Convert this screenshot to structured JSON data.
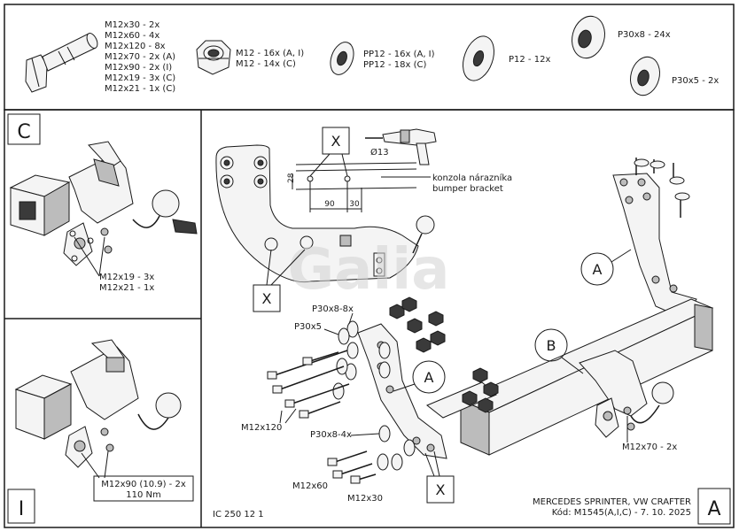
{
  "parts": {
    "bolts": [
      "M12x30 - 2x",
      "M12x60 - 4x",
      "M12x120 - 8x",
      "M12x70 - 2x (A)",
      "M12x90 - 2x (I)",
      "M12x19 - 3x (C)",
      "M12x21 - 1x (C)"
    ],
    "nuts": [
      "M12 - 16x (A, I)",
      "M12 - 14x (C)"
    ],
    "washers_pp": [
      "PP12 - 16x (A, I)",
      "PP12 - 18x (C)"
    ],
    "washer_p12": "P12 - 12x",
    "washer_p30x8": "P30x8 - 24x",
    "washer_p30x5": "P30x5 - 2x"
  },
  "panels": {
    "c": {
      "letter": "C",
      "bolt_lines": [
        "M12x19 - 3x",
        "M12x21 - 1x"
      ]
    },
    "i": {
      "letter": "I",
      "torque_lines": [
        "M12x90 (10.9) - 2x",
        "110 Nm"
      ]
    }
  },
  "main": {
    "callout_x": "X",
    "drill": {
      "diameter": "Ø13",
      "dim_v": "28",
      "dim_h1": "90",
      "dim_h2": "30"
    },
    "bracket_note": [
      "konzola nárazníka",
      "bumper bracket"
    ],
    "letters": {
      "a": "A",
      "b": "B"
    },
    "labels": {
      "p30x8_8x": "P30x8-8x",
      "p30x5": "P30x5",
      "p30x8_4x": "P30x8-4x",
      "m12x120": "M12x120",
      "m12x60": "M12x60",
      "m12x30": "M12x30",
      "m12x70": "M12x70 - 2x"
    },
    "watermark": "Galia",
    "code_left": "IC 250 12 1",
    "title_lines": [
      "MERCEDES SPRINTER, VW CRAFTER",
      "Kód: M1545(A,I,C) - 7. 10. 2025"
    ],
    "corner_letter": "A"
  }
}
